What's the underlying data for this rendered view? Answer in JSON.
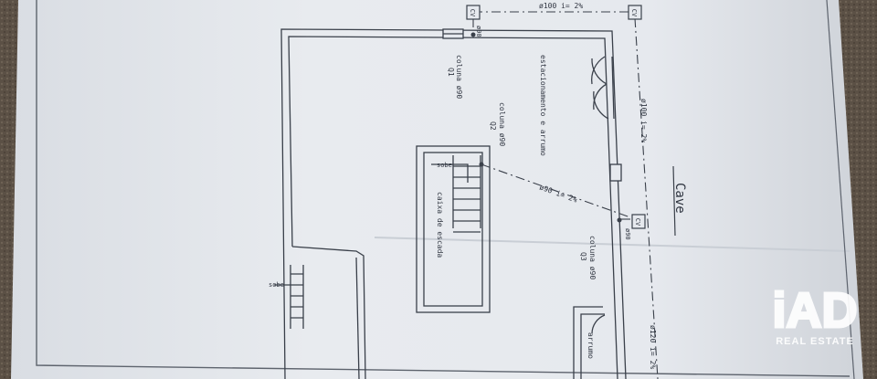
{
  "drawing": {
    "title": "Cave",
    "labels": {
      "parking": "estacionamento e arrumo",
      "stair_box": "caixa de escada",
      "storage": "arrumo",
      "up_stair": "sobe",
      "up_left": "sobe"
    },
    "columns": [
      {
        "name": "coluna ø90",
        "id": "Q1"
      },
      {
        "name": "coluna ø90",
        "id": "Q2"
      },
      {
        "name": "coluna ø90",
        "id": "Q3"
      }
    ],
    "pipes": {
      "top": "ø100 i= 2%",
      "right": "ø100 i= 2%",
      "diagonal": "ø90 i= 2%",
      "bottom": "ø120 i= 2%",
      "small_top": "ø90",
      "small_right": "ø90"
    },
    "inspection": "CV"
  },
  "watermark": {
    "brand": "iAD",
    "subtitle": "REAL ESTATE"
  },
  "colors": {
    "paper": "#e6e9ee",
    "ink": "#3a404a",
    "carpet": "#5b5045"
  }
}
